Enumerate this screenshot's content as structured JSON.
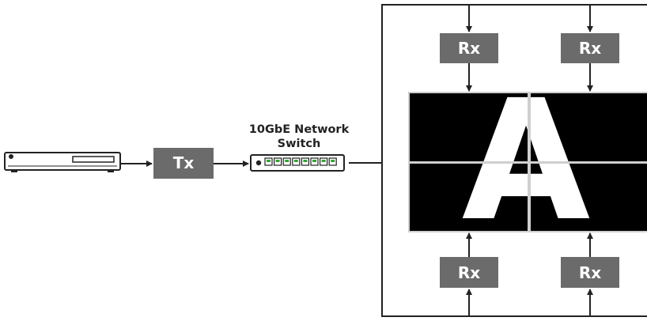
{
  "colors": {
    "box": "#6b6b6b",
    "line": "#222222",
    "screen": "#000000",
    "letter": "#ffffff",
    "port": "#3aa03a"
  },
  "source_device": {
    "icon": "media-player-icon"
  },
  "transmitter": {
    "label": "Tx"
  },
  "network_switch": {
    "icon": "network-switch-icon",
    "label_line1": "10GbE Network",
    "label_line2": "Switch",
    "port_count": 8
  },
  "receivers": [
    {
      "label": "Rx"
    },
    {
      "label": "Rx"
    },
    {
      "label": "Rx"
    },
    {
      "label": "Rx"
    }
  ],
  "video_wall": {
    "rows": 2,
    "cols": 2,
    "letter": "A"
  }
}
